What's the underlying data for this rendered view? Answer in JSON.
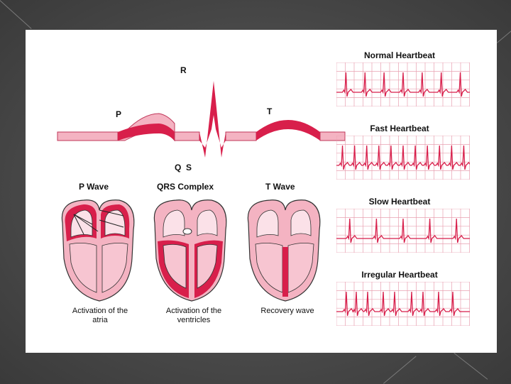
{
  "ecg": {
    "labels": {
      "p": "P",
      "r": "R",
      "q": "Q",
      "s": "S",
      "t": "T"
    }
  },
  "hearts": [
    {
      "title": "P Wave",
      "caption_line1": "Activation of the",
      "caption_line2": "atria"
    },
    {
      "title": "QRS Complex",
      "caption_line1": "Activation of the",
      "caption_line2": "ventricles"
    },
    {
      "title": "T Wave",
      "caption_line1": "Recovery wave",
      "caption_line2": ""
    }
  ],
  "strips": [
    {
      "title": "Normal Heartbeat",
      "beats": 7
    },
    {
      "title": "Fast Heartbeat",
      "beats": 11
    },
    {
      "title": "Slow Heartbeat",
      "beats": 5
    },
    {
      "title": "Irregular Heartbeat",
      "beats": 9
    }
  ],
  "colors": {
    "accent": "#d81f4b",
    "pink_fill": "#f4b3c2",
    "light_pink": "#f7c5d1",
    "grid": "#e8a0b0"
  }
}
